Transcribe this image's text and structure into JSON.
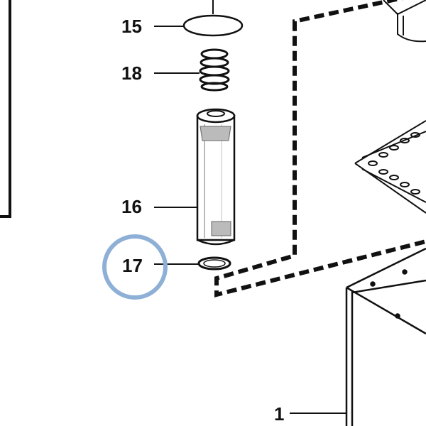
{
  "callouts": [
    {
      "id": "15",
      "label": "15"
    },
    {
      "id": "18",
      "label": "18"
    },
    {
      "id": "16",
      "label": "16"
    },
    {
      "id": "17",
      "label": "17"
    },
    {
      "id": "1",
      "label": "1"
    }
  ],
  "highlight": {
    "target": "17",
    "color": "#8fb0d6"
  },
  "colors": {
    "line": "#111111",
    "background": "#ffffff"
  }
}
